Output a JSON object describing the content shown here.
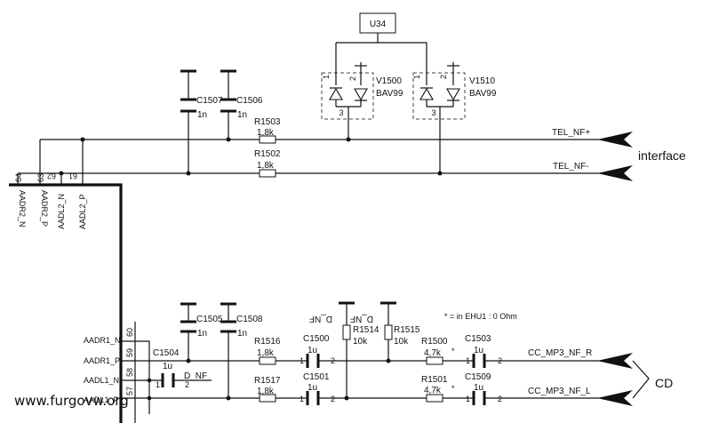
{
  "ic": {
    "name": "U34"
  },
  "diodes": [
    {
      "ref": "V1500",
      "part": "BAV99",
      "pin1": "1",
      "pin2": "2",
      "pin3": "3"
    },
    {
      "ref": "V1510",
      "part": "BAV99",
      "pin1": "1",
      "pin2": "2",
      "pin3": "3"
    }
  ],
  "top_caps": [
    {
      "ref": "C1507",
      "value": "1n"
    },
    {
      "ref": "C1506",
      "value": "1n"
    }
  ],
  "top_resistors": [
    {
      "ref": "R1503",
      "value": "1,8k"
    },
    {
      "ref": "R1502",
      "value": "1,8k"
    }
  ],
  "interface": {
    "nets": [
      "TEL_NF+",
      "TEL_NF-"
    ],
    "label": "interface"
  },
  "connector_pins": {
    "top": [
      {
        "num": "64",
        "name": "AADR2_N"
      },
      {
        "num": "63",
        "name": "AADR2_P"
      },
      {
        "num": "62",
        "name": "AADL2_N"
      },
      {
        "num": "61",
        "name": "AADL2_P"
      }
    ],
    "left": [
      {
        "num": "60",
        "name": "AADR1_N"
      },
      {
        "num": "59",
        "name": "AADR1_P"
      },
      {
        "num": "58",
        "name": "AADL1_N"
      },
      {
        "num": "57",
        "name": "AADL1_P"
      }
    ]
  },
  "bottom": {
    "c1504": {
      "ref": "C1504",
      "value": "1u",
      "pin1": "1",
      "pin2": "2",
      "net": "D_NF"
    },
    "filter_caps": [
      {
        "ref": "C1505",
        "value": "1n"
      },
      {
        "ref": "C1508",
        "value": "1n"
      }
    ],
    "res_r": {
      "ref": "R1516",
      "value": "1,8k"
    },
    "res_l": {
      "ref": "R1517",
      "value": "1,8k"
    },
    "cap_r": {
      "ref": "C1500",
      "value": "1u",
      "pin1": "1",
      "pin2": "2"
    },
    "cap_l": {
      "ref": "C1501",
      "value": "1u",
      "pin1": "1",
      "pin2": "2"
    },
    "gnd_labels": [
      "D_NF",
      "D_NF"
    ],
    "pull_r": {
      "ref": "R1514",
      "value": "10k"
    },
    "pull_l": {
      "ref": "R1515",
      "value": "10k"
    },
    "note": "* = in EHU1 : 0 Ohm",
    "ser_r": {
      "ref": "R1500",
      "value": "4,7k",
      "mark": "*"
    },
    "ser_l": {
      "ref": "R1501",
      "value": "4,7k",
      "mark": "*"
    },
    "out_cap_r": {
      "ref": "C1503",
      "value": "1u",
      "pin1": "1",
      "pin2": "2"
    },
    "out_cap_l": {
      "ref": "C1509",
      "value": "1u",
      "pin1": "1",
      "pin2": "2"
    },
    "nets": [
      "CC_MP3_NF_R",
      "CC_MP3_NF_L"
    ],
    "label": "CD"
  },
  "watermark": "www.furgovw.org"
}
